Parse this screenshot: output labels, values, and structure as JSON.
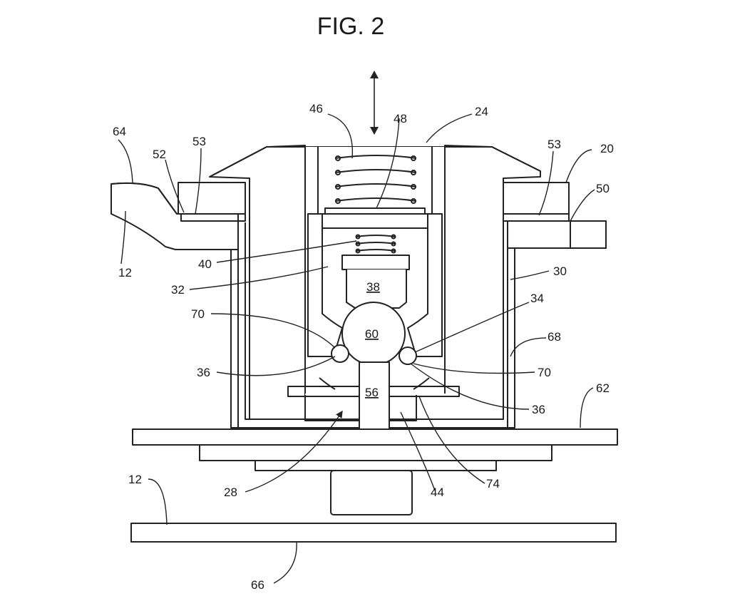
{
  "figure": {
    "title": "FIG. 2"
  },
  "labels": {
    "l64": "64",
    "l52": "52",
    "l53a": "53",
    "l46": "46",
    "l48": "48",
    "l24": "24",
    "l53b": "53",
    "l20": "20",
    "l50": "50",
    "l12a": "12",
    "l40": "40",
    "l30": "30",
    "l32": "32",
    "l38": "38",
    "l34": "34",
    "l70a": "70",
    "l60": "60",
    "l68": "68",
    "l36a": "36",
    "l70b": "70",
    "l62": "62",
    "l56": "56",
    "l36b": "36",
    "l28": "28",
    "l44": "44",
    "l74": "74",
    "l12b": "12",
    "l66": "66"
  }
}
